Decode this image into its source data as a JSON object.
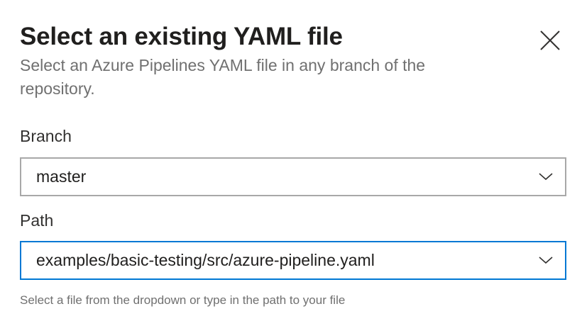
{
  "dialog": {
    "title": "Select an existing YAML file",
    "subtitle": "Select an Azure Pipelines YAML file in any branch of the repository.",
    "close_icon": "close-icon"
  },
  "branch": {
    "label": "Branch",
    "value": "master",
    "icon": "chevron-down-icon"
  },
  "path": {
    "label": "Path",
    "value": "examples/basic-testing/src/azure-pipeline.yaml",
    "icon": "chevron-down-icon",
    "helper": "Select a file from the dropdown or type in the path to your file"
  },
  "colors": {
    "accent": "#0078d4",
    "title": "#201f1e",
    "muted": "#707070",
    "border": "#a8a8a8"
  }
}
